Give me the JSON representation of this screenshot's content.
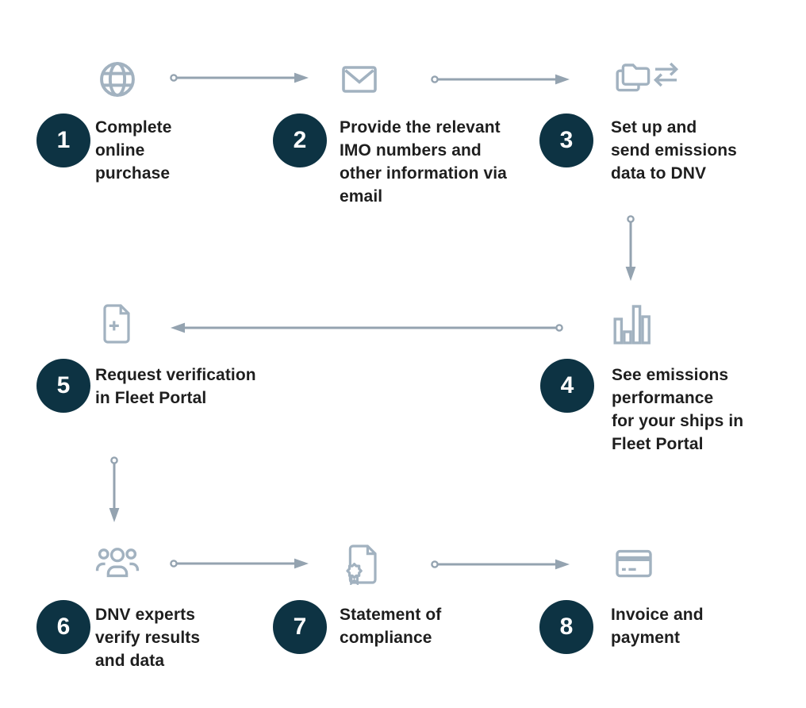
{
  "colors": {
    "background": "#ffffff",
    "circle": "#0d3343",
    "arrow": "#94a3b0",
    "icon": "#a2b2c0",
    "text": "#1e1e1e",
    "number": "#ffffff"
  },
  "steps": [
    {
      "number": "1",
      "label": "Complete\nonline\npurchase",
      "icon": "globe-icon"
    },
    {
      "number": "2",
      "label": "Provide the relevant\nIMO numbers and\nother information via\nemail",
      "icon": "envelope-icon"
    },
    {
      "number": "3",
      "label": "Set up and\nsend emissions\ndata to DNV",
      "icon": "folder-transfer-icon"
    },
    {
      "number": "4",
      "label": "See emissions\nperformance\nfor your ships in\nFleet Portal",
      "icon": "bar-chart-icon"
    },
    {
      "number": "5",
      "label": "Request verification\nin Fleet Portal",
      "icon": "document-add-icon"
    },
    {
      "number": "6",
      "label": "DNV experts\nverify results\nand data",
      "icon": "people-icon"
    },
    {
      "number": "7",
      "label": "Statement of\ncompliance",
      "icon": "certificate-icon"
    },
    {
      "number": "8",
      "label": "Invoice and\npayment",
      "icon": "credit-card-icon"
    }
  ]
}
